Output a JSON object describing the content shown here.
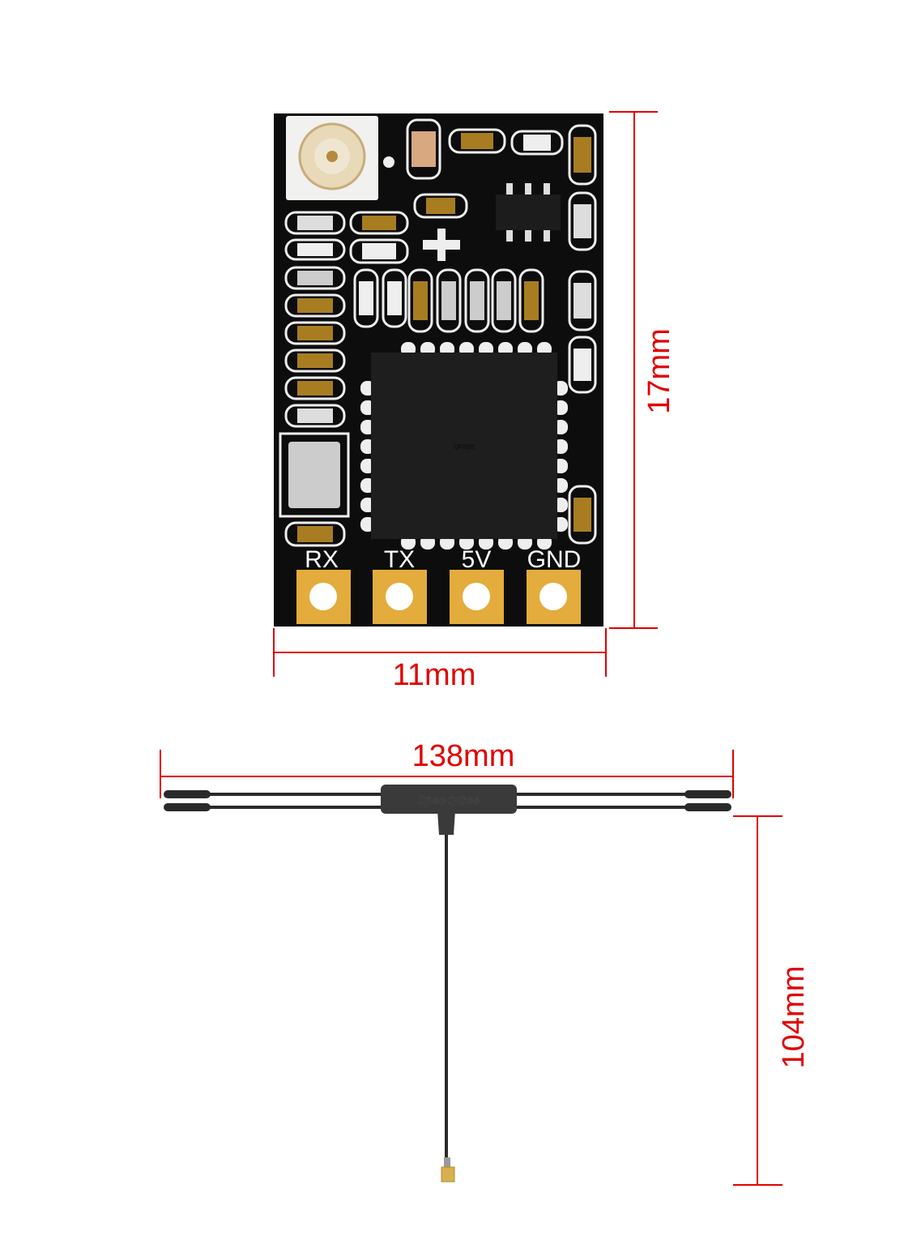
{
  "receiver": {
    "chip_label": "QFN28",
    "pins": [
      {
        "label": "RX"
      },
      {
        "label": "TX"
      },
      {
        "label": "5V"
      },
      {
        "label": "GND"
      }
    ],
    "width_label": "11mm",
    "height_label": "17mm"
  },
  "antenna": {
    "brand": "SpeedyBee",
    "width_label": "138mm",
    "height_label": "104mm"
  },
  "colors": {
    "dimension": "#e00000",
    "pcb": "#0d0d0d",
    "pad": "#e3ac3c",
    "capacitor": "#a87d22",
    "antenna": "#2a2a2a"
  }
}
